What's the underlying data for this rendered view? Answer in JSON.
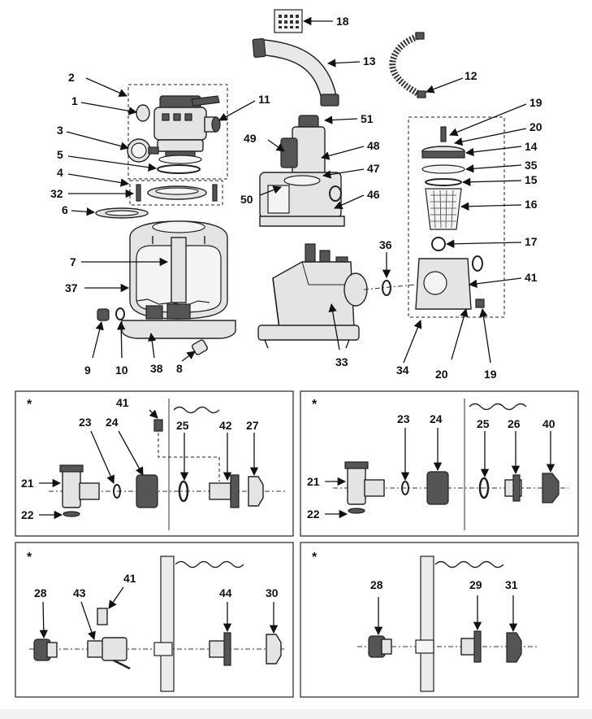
{
  "labels": {
    "l1": "1",
    "l2": "2",
    "l3": "3",
    "l4": "4",
    "l5": "5",
    "l6": "6",
    "l7": "7",
    "l8": "8",
    "l9": "9",
    "l10": "10",
    "l11": "11",
    "l12": "12",
    "l13": "13",
    "l14": "14",
    "l15": "15",
    "l16": "16",
    "l17": "17",
    "l18": "18",
    "l19a": "19",
    "l19b": "19",
    "l20a": "20",
    "l20b": "20",
    "l32": "32",
    "l33": "33",
    "l34": "34",
    "l35": "35",
    "l36": "36",
    "l37": "37",
    "l38": "38",
    "l41": "41",
    "l46": "46",
    "l47": "47",
    "l48": "48",
    "l49": "49",
    "l50": "50",
    "l51": "51"
  },
  "panels": {
    "p1": {
      "star": "*",
      "l21": "21",
      "l22": "22",
      "l23": "23",
      "l24": "24",
      "l25": "25",
      "l42": "42",
      "l27": "27",
      "l41": "41"
    },
    "p2": {
      "star": "*",
      "l21": "21",
      "l22": "22",
      "l23": "23",
      "l24": "24",
      "l25": "25",
      "l26": "26",
      "l40": "40"
    },
    "p3": {
      "star": "*",
      "l28": "28",
      "l43": "43",
      "l41": "41",
      "l44": "44",
      "l30": "30"
    },
    "p4": {
      "star": "*",
      "l28": "28",
      "l29": "29",
      "l31": "31"
    }
  }
}
